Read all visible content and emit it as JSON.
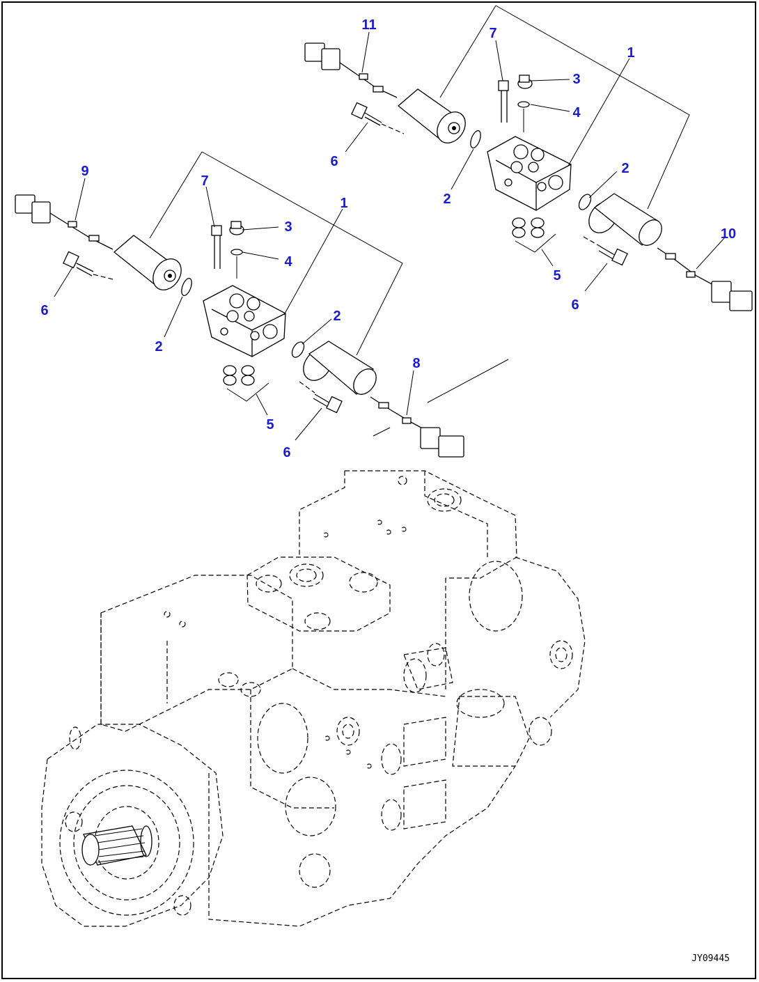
{
  "colors": {
    "callout": "#1a1ad2",
    "line": "#000000",
    "background": "#ffffff"
  },
  "drawing_id": "JY09445",
  "callouts": [
    {
      "id": "c11",
      "text": "11"
    },
    {
      "id": "c7a",
      "text": "7"
    },
    {
      "id": "c1a",
      "text": "1"
    },
    {
      "id": "c3a",
      "text": "3"
    },
    {
      "id": "c4a",
      "text": "4"
    },
    {
      "id": "c6a",
      "text": "6"
    },
    {
      "id": "c2a",
      "text": "2"
    },
    {
      "id": "c2b",
      "text": "2"
    },
    {
      "id": "c5a",
      "text": "5"
    },
    {
      "id": "c10",
      "text": "10"
    },
    {
      "id": "c6b",
      "text": "6"
    },
    {
      "id": "c9",
      "text": "9"
    },
    {
      "id": "c7b",
      "text": "7"
    },
    {
      "id": "c1b",
      "text": "1"
    },
    {
      "id": "c3b",
      "text": "3"
    },
    {
      "id": "c4b",
      "text": "4"
    },
    {
      "id": "c6c",
      "text": "6"
    },
    {
      "id": "c2c",
      "text": "2"
    },
    {
      "id": "c2d",
      "text": "2"
    },
    {
      "id": "c8",
      "text": "8"
    },
    {
      "id": "c5b",
      "text": "5"
    },
    {
      "id": "c6d",
      "text": "6"
    }
  ]
}
